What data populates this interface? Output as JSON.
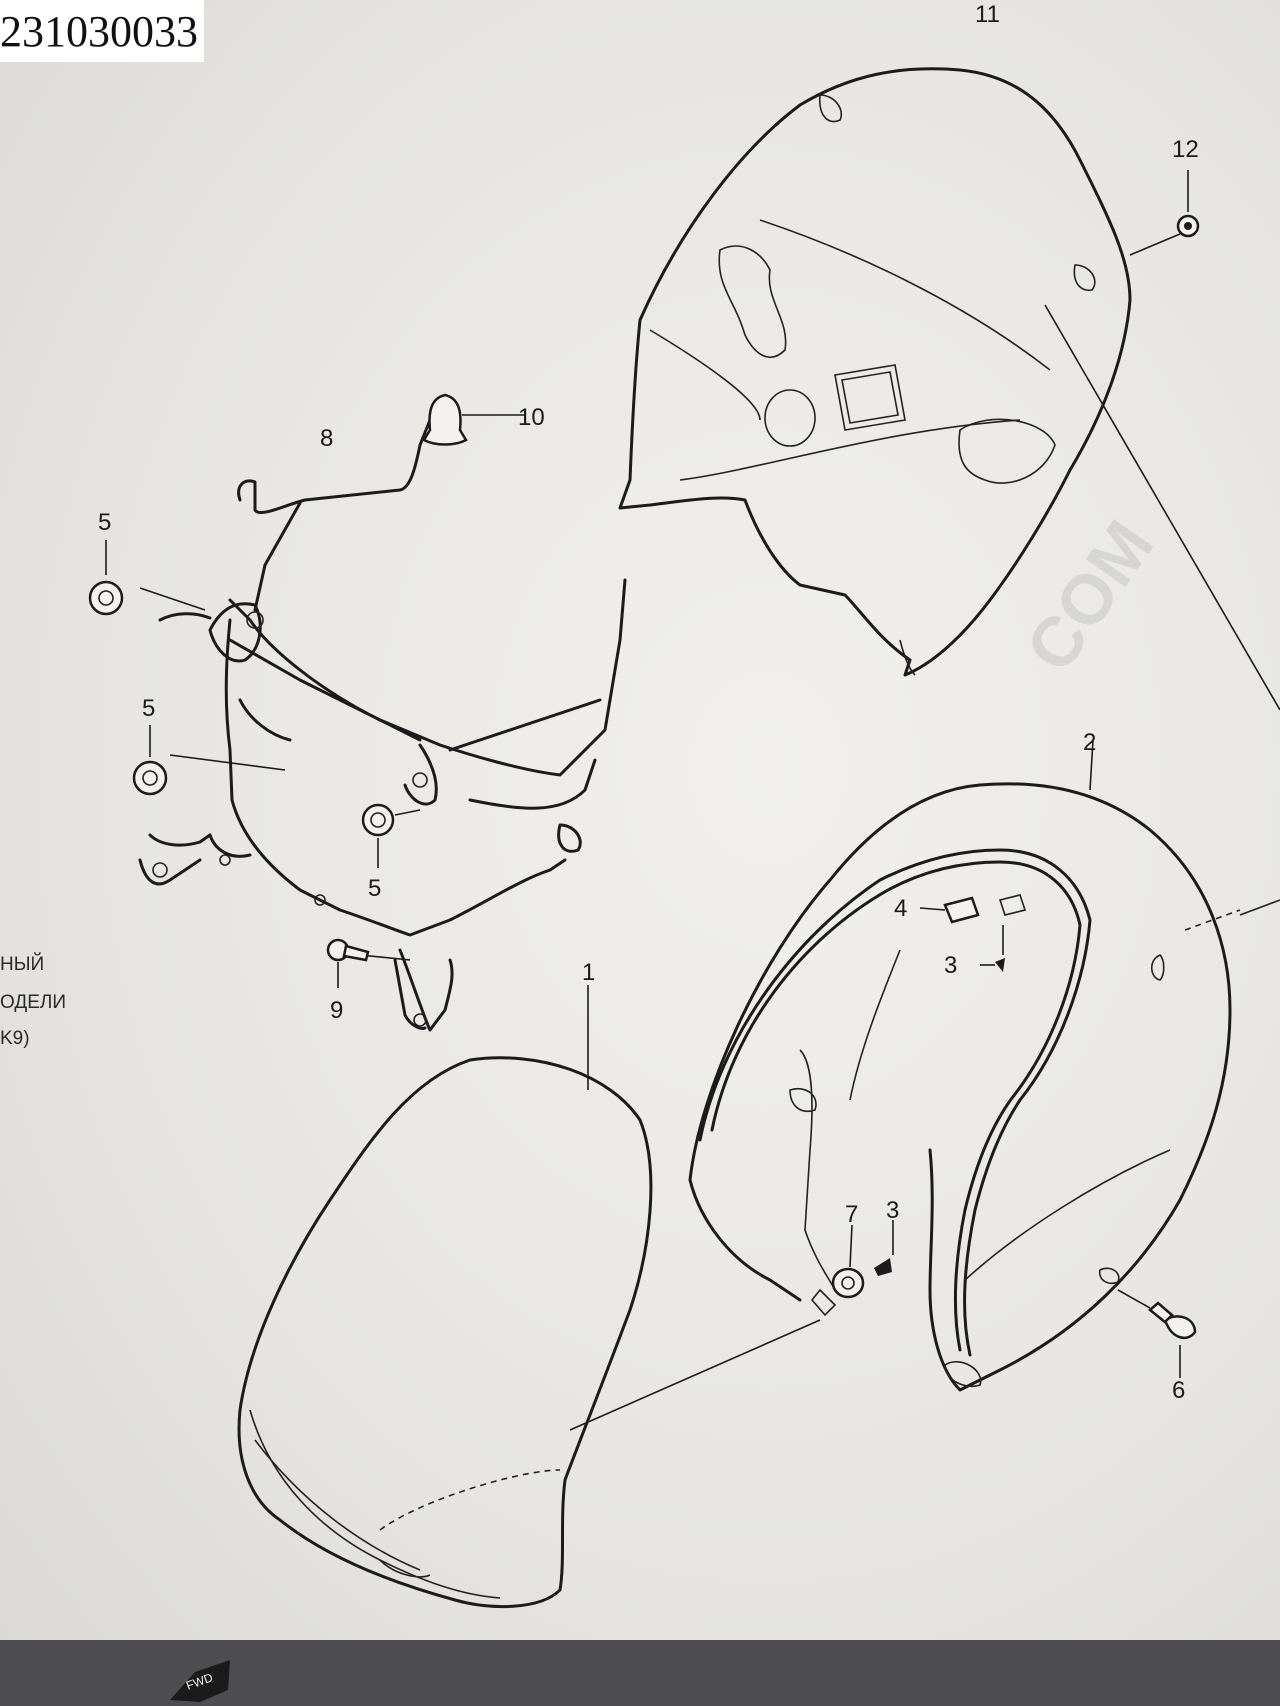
{
  "catalog_number": "231030033",
  "side_notes": [
    "НЫЙ",
    "ОДЕЛИ",
    "K9)"
  ],
  "watermark": "COM",
  "fwd_label": "FWD",
  "part_numbers": {
    "p1": "1",
    "p2": "2",
    "p3a": "3",
    "p3b": "3",
    "p4": "4",
    "p5a": "5",
    "p5b": "5",
    "p5c": "5",
    "p6": "6",
    "p7": "7",
    "p8": "8",
    "p9": "9",
    "p10": "10",
    "p11": "11",
    "p12": "12"
  },
  "colors": {
    "line": "#1b1b1b",
    "paper": "#eeede9",
    "bezel": "#4e4e50"
  }
}
